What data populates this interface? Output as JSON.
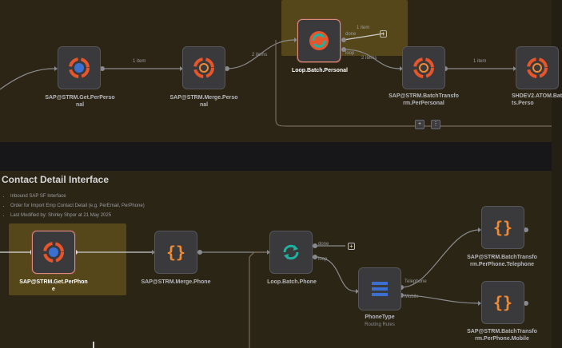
{
  "colors": {
    "accent_orange": "#e8552b",
    "accent_teal": "#20b2a0",
    "accent_blue": "#3b6fd0",
    "highlight": "#786420"
  },
  "top_flow": {
    "nodes": [
      {
        "id": "get-perpersonal",
        "label": "SAP@STRM.Get.PerPerso\nnal",
        "icon": "sap-connector-icon"
      },
      {
        "id": "merge-personal",
        "label": "SAP@STRM.Merge.Perso\nnal",
        "icon": "sap-connector-icon"
      },
      {
        "id": "loop-personal",
        "label": "Loop.Batch.Personal",
        "icon": "loop-icon"
      },
      {
        "id": "batchtransform-personal",
        "label": "SAP@STRM.BatchTransfo\nrm.PerPersonal",
        "icon": "sap-connector-icon"
      },
      {
        "id": "shdev2",
        "label": "SHDEV2.ATOM.Bat\nts.Perso",
        "icon": "sap-connector-icon"
      }
    ],
    "edge_labels": {
      "e1": "1 item",
      "e2": "2 items",
      "loop_done": "1 item",
      "loop_done_name": "done",
      "loop_loop_name": "loop",
      "e3": "2 items",
      "e4": "1 item"
    }
  },
  "sticky": {
    "title": "Contact Detail Interface",
    "bullets": [
      "Inbound SAP SF Interface",
      "Order for Import Emp Contact Detail (e.g. PerEmail, PerPhone)",
      "Last Modified by: Shirley Shpor at 21 May 2025"
    ]
  },
  "bottom_flow": {
    "nodes": [
      {
        "id": "get-perphone",
        "label": "SAP@STRM.Get.PerPhon\ne",
        "icon": "sap-connector-icon"
      },
      {
        "id": "merge-phone",
        "label": "SAP@STRM.Merge.Phone",
        "icon": "code-braces-icon"
      },
      {
        "id": "loop-phone",
        "label": "Loop.Batch.Phone",
        "icon": "loop-icon"
      },
      {
        "id": "phonetype",
        "label": "PhoneType",
        "sublabel": "Routing Rules",
        "icon": "switch-icon"
      },
      {
        "id": "telephone",
        "label": "SAP@STRM.BatchTransfo\nrm.PerPhone.Telephone",
        "icon": "code-braces-icon"
      },
      {
        "id": "mobile",
        "label": "SAP@STRM.BatchTransfo\nrm.PerPhone.Mobile",
        "icon": "code-braces-icon"
      }
    ],
    "edge_labels": {
      "loop_done": "done",
      "loop_loop": "loop",
      "switch_out1": "Telephone",
      "switch_out2": "Mobile"
    }
  },
  "toolbar": {
    "add_label": "+",
    "more_label": "⋮"
  }
}
